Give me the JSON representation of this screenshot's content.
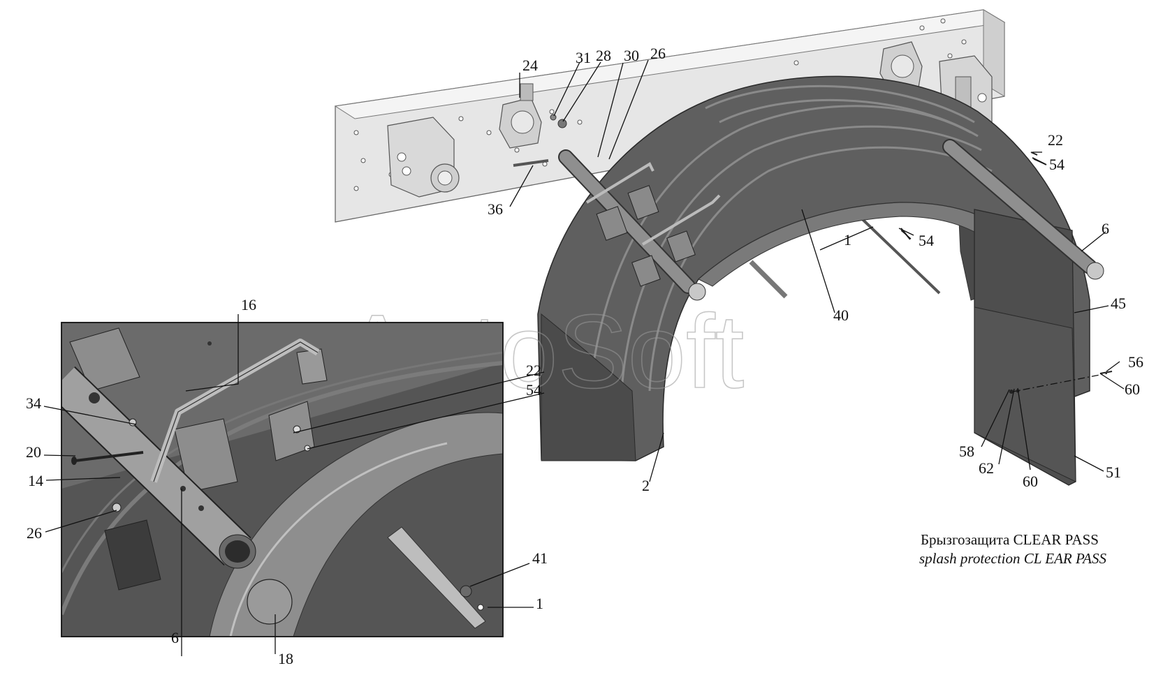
{
  "watermark": "AutoSoft",
  "caption": {
    "ru": "Брызгозащита CLEAR PASS",
    "en": "splash protection CL EAR PASS"
  },
  "callouts": {
    "c24": "24",
    "c31": "31",
    "c28": "28",
    "c30": "30",
    "c26a": "26",
    "c36": "36",
    "c22a": "22",
    "c54a": "54",
    "c6a": "6",
    "c1a": "1",
    "c54b": "54",
    "c40": "40",
    "c45": "45",
    "c56": "56",
    "c60a": "60",
    "c58": "58",
    "c62": "62",
    "c60b": "60",
    "c51": "51",
    "c2": "2",
    "c16": "16",
    "c22b": "22",
    "c54c": "54",
    "c34": "34",
    "c20": "20",
    "c14": "14",
    "c26b": "26",
    "c6b": "6",
    "c18": "18",
    "c41": "41",
    "c1b": "1"
  },
  "colors": {
    "frame": "#e4e4e4",
    "fender": "#5f5f5f",
    "fender_dark": "#3f3f3f",
    "fender_light": "#8a8a8a",
    "flap": "#4e4e4e",
    "tube": "#9a9a9a"
  }
}
